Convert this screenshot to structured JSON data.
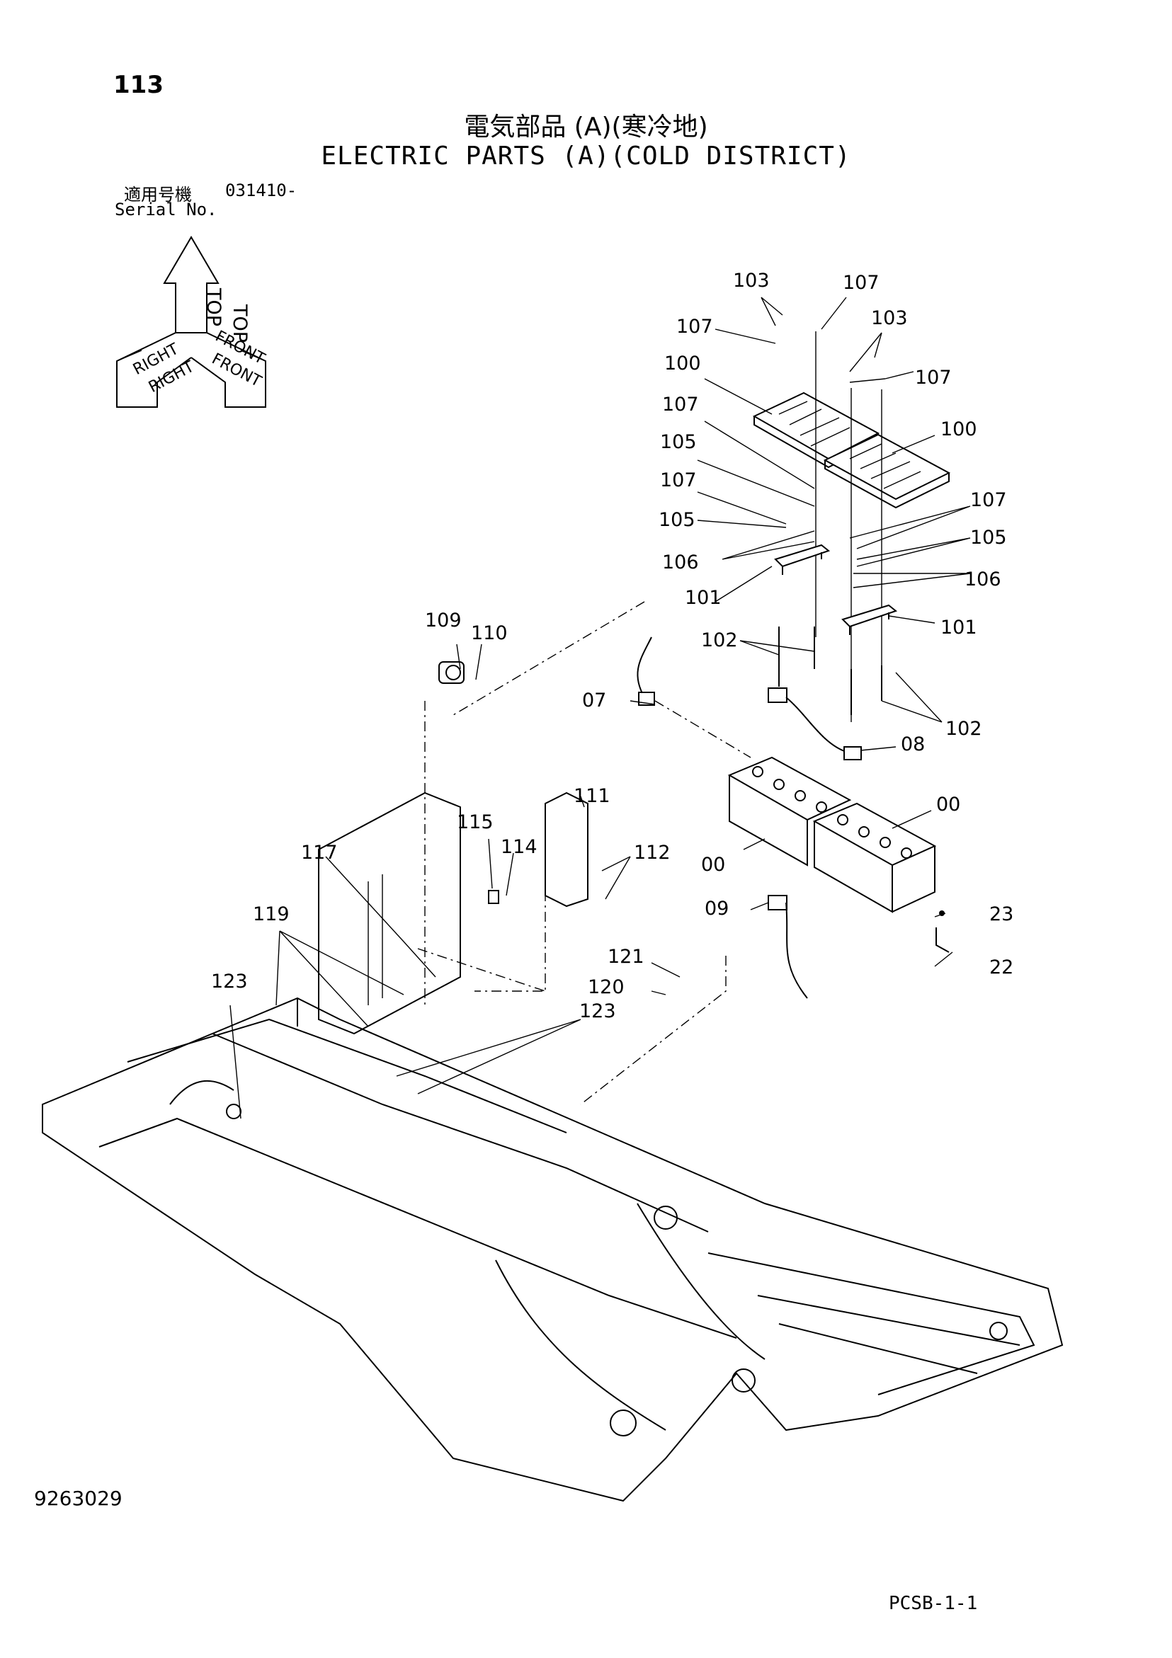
{
  "page_number": "113",
  "title_jp": "電気部品 (A)(寒冷地)",
  "title_en": "ELECTRIC PARTS (A)(COLD DISTRICT)",
  "serial": {
    "label_jp": "適用号機",
    "value": "031410-",
    "label_en": "Serial No."
  },
  "orientation": {
    "top": "TOP",
    "right": "RIGHT",
    "front": "FRONT"
  },
  "callouts": {
    "c103a": "103",
    "c107a": "107",
    "c107b": "107",
    "c103b": "103",
    "c100a": "100",
    "c107c": "107",
    "c107d": "107",
    "c100b": "100",
    "c105a": "105",
    "c107e": "107",
    "c107f": "107",
    "c105b": "105",
    "c105c": "105",
    "c106a": "106",
    "c106b": "106",
    "c101a": "101",
    "c101b": "101",
    "c102a": "102",
    "c102b": "102",
    "c109": "109",
    "c110": "110",
    "c07": "07",
    "c08": "08",
    "c111": "111",
    "c115": "115",
    "c114": "114",
    "c112": "112",
    "c117": "117",
    "c00a": "00",
    "c00b": "00",
    "c09": "09",
    "c23": "23",
    "c22": "22",
    "c119": "119",
    "c121": "121",
    "c120": "120",
    "c123a": "123",
    "c123b": "123"
  },
  "drawing_number": "9263029",
  "sheet_code": "PCSB-1-1"
}
